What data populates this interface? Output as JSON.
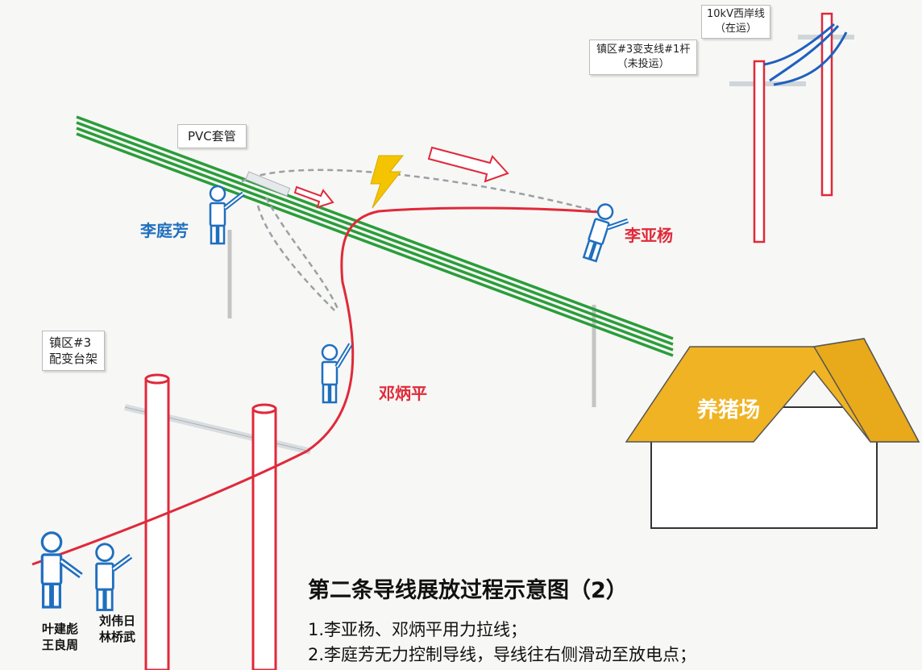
{
  "callouts": {
    "line_live": [
      "10kV西岸线",
      "（在运）"
    ],
    "branch_pole": [
      "镇区#3变支线#1杆",
      "（未投运）"
    ],
    "pvc": "PVC套管",
    "transformer": [
      "镇区#3",
      "配变台架"
    ]
  },
  "people": {
    "li_tingfang": "李庭芳",
    "li_yayang": "李亚杨",
    "deng_bingping": "邓炳平",
    "group_left": [
      "叶建彪",
      "王良周"
    ],
    "group_right": [
      "刘伟日",
      "林桥武"
    ]
  },
  "building": {
    "label": "养猪场"
  },
  "caption": {
    "title": "第二条导线展放过程示意图（2）",
    "steps": [
      "1.李亚杨、邓炳平用力拉线；",
      "2.李庭芳无力控制导线，导线往右侧滑动至放电点；"
    ]
  },
  "colors": {
    "energized_line": "#2a9d3a",
    "conductor": "#e0293a",
    "pole": "#e0293a",
    "roof": "#f0b323",
    "person": "#1f6fbf",
    "flash": "#f5c400"
  }
}
